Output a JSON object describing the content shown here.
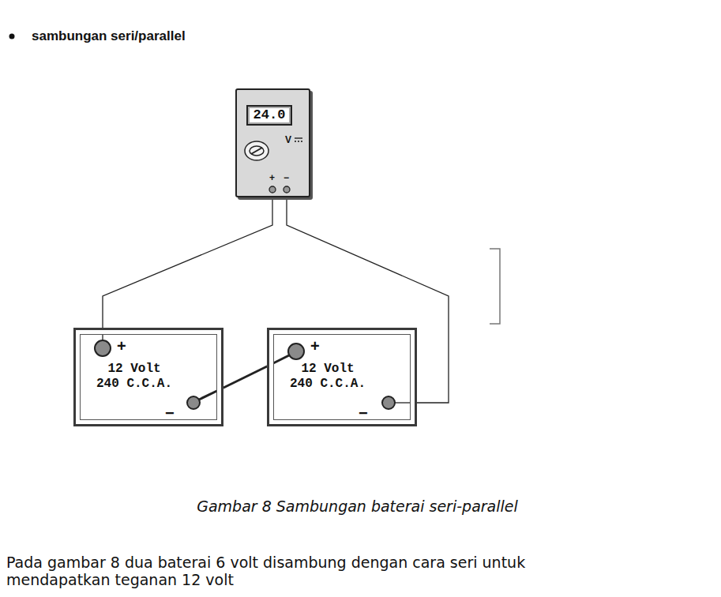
{
  "diagram": {
    "title": "sambungan seri/parallel",
    "caption": "Gambar 8 Sambungan baterai seri-parallel",
    "nodes": [
      {
        "text": [
          "24.0",
          "V",
          "+",
          "−"
        ]
      },
      {
        "text": [
          "+",
          "12 Volt 240 C.C.A.",
          "−"
        ]
      },
      {
        "text": [
          "+",
          "12 Volt 240 C.C.A.",
          "−"
        ]
      }
    ],
    "edges": [
      {
        "from": 0,
        "to": 1,
        "arrow": "none"
      },
      {
        "from": 0,
        "to": 2,
        "arrow": "none"
      },
      {
        "from": 1,
        "to": 2,
        "arrow": "none"
      }
    ],
    "labels": [
      "Pada gambar 8 dua baterai 6 volt disambung dengan cara seri untuk mendapatkan teganan 12 volt"
    ]
  }
}
